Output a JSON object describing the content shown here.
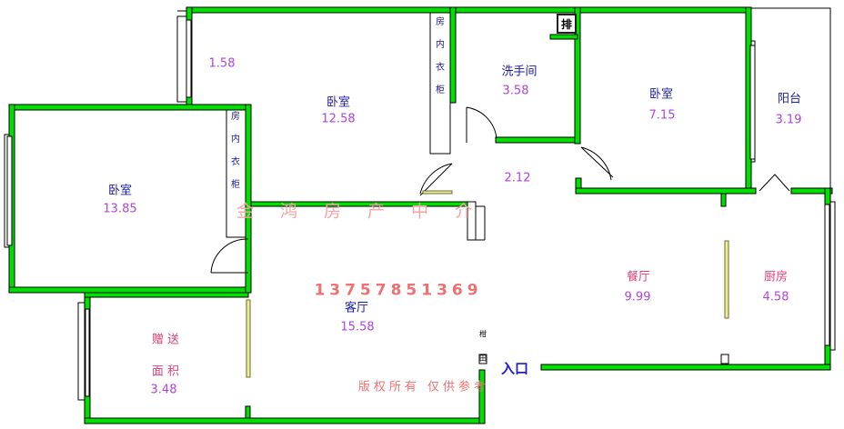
{
  "rooms": [
    {
      "name": "卧室",
      "area": "12.58"
    },
    {
      "name": "洗手间",
      "area": "3.58"
    },
    {
      "name": "卧室",
      "area": "7.15"
    },
    {
      "name": "阳台",
      "area": "3.19"
    },
    {
      "name": "卧室",
      "area": "13.85"
    },
    {
      "name": "客厅",
      "area": "15.58"
    },
    {
      "name": "餐厅",
      "area": "9.99"
    },
    {
      "name": "厨房",
      "area": "4.58"
    },
    {
      "name_line1": "赠 送",
      "name_line2": "面 积",
      "area": "3.48"
    }
  ],
  "areas_unlabeled": [
    "1.58",
    "2.12"
  ],
  "closet_labels": [
    "房",
    "内",
    "衣",
    "柜"
  ],
  "exhaust_label": "排",
  "watermark": "金鸿房产中介",
  "phone": "13757851369",
  "rights": "版权所有 仅供参考",
  "entrance": "入口",
  "small_marks": [
    "柑",
    "田"
  ],
  "colors": {
    "wall": "#00e000",
    "wall_outline": "#000000",
    "room_name": "#1a1aa6",
    "area": "#b044e0",
    "pink": "#e0407a",
    "watermark": "#f2a6a6",
    "phone": "#f07070"
  }
}
